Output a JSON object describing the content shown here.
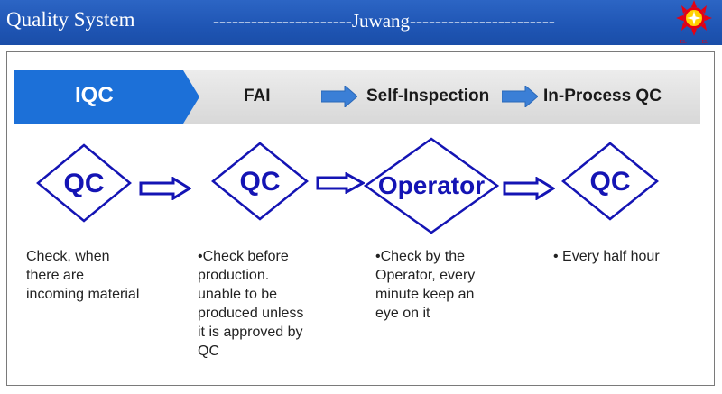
{
  "header": {
    "title": "Quality System",
    "subtitle": "----------------------Juwang-----------------------"
  },
  "logo": {
    "text_left": "EL",
    "text_right": "EL",
    "icon": "sun-emblem-icon",
    "colors": [
      "#e60012",
      "#ffd200"
    ]
  },
  "process": {
    "steps": [
      "IQC",
      "FAI",
      "Self-Inspection",
      "In-Process QC"
    ],
    "active_color": "#1c70d8",
    "arrow_color": "#3b7fd6"
  },
  "diamonds": [
    {
      "label": "QC"
    },
    {
      "label": "QC"
    },
    {
      "label": "Operator"
    },
    {
      "label": "QC"
    }
  ],
  "diamond_color": "#1414b4",
  "descriptions": [
    "Check, when\nthere are\nincoming material",
    "•Check before\nproduction.\nunable to be\nproduced unless\nit is approved by\nQC",
    "•Check by the\nOperator,  every\nminute keep an\neye on it",
    "• Every half hour"
  ]
}
